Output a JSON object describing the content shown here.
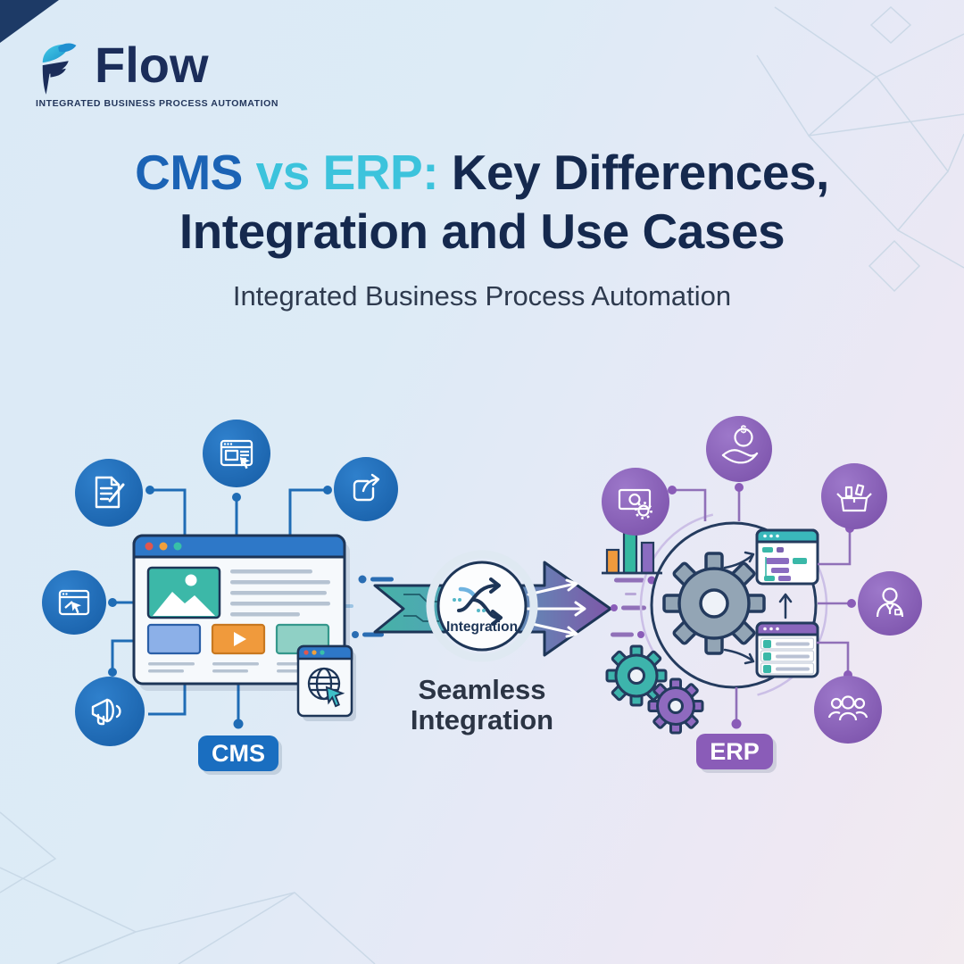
{
  "logo": {
    "name": "Flow",
    "tagline": "INTEGRATED BUSINESS PROCESS AUTOMATION"
  },
  "title": {
    "highlight1": "CMS",
    "highlight2": " vs ERP: ",
    "rest1": "Key Differences,",
    "line2": "Integration and Use Cases"
  },
  "subtitle": "Integrated Business Process Automation",
  "diagram": {
    "center": {
      "hub_label": "Integration",
      "caption_line1": "Seamless",
      "caption_line2": "Integration"
    },
    "cms": {
      "badge": "CMS",
      "icons": [
        "content-edit-icon",
        "webpage-cursor-icon",
        "share-icon",
        "website-window-icon",
        "megaphone-icon",
        "globe-browser-icon"
      ]
    },
    "erp": {
      "badge": "ERP",
      "dollar_sign": "$",
      "icons": [
        "billing-gear-icon",
        "hand-coin-icon",
        "inventory-box-icon",
        "employee-icon",
        "team-icon",
        "gears-icon",
        "bar-chart-icon"
      ]
    }
  },
  "colors": {
    "accent_blue": "#1b63b5",
    "accent_cyan": "#3cc3dc",
    "navy": "#15294e",
    "cms_blue": "#1a6ec0",
    "erp_purple": "#8a5cb8",
    "teal": "#38b8a8",
    "orange": "#f09a3c"
  }
}
